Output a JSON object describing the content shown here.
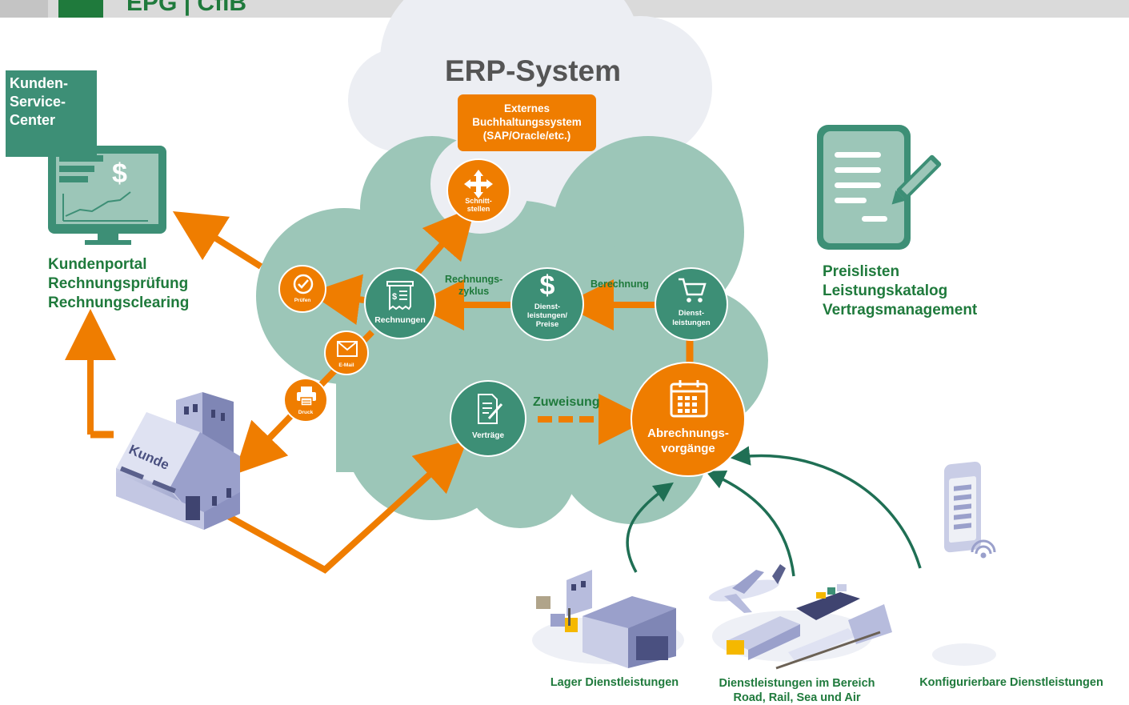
{
  "header": {
    "title": "EPG | CfiB"
  },
  "kunden_service_center": {
    "label_line1": "Kunden-",
    "label_line2": "Service-",
    "label_line3": "Center"
  },
  "portal": {
    "line1": "Kundenportal",
    "line2": "Rechnungsprüfung",
    "line3": "Rechnungsclearing"
  },
  "preis": {
    "line1": "Preislisten",
    "line2": "Leistungskatalog",
    "line3": "Vertragsmanagement"
  },
  "erp": {
    "title": "ERP-System",
    "ext_line1": "Externes",
    "ext_line2": "Buchhaltungssystem",
    "ext_line3": "(SAP/Oracle/etc.)"
  },
  "nodes": {
    "schnittstellen_line1": "Schnitt-",
    "schnittstellen_line2": "stellen",
    "pruefen": "Prüfen",
    "rechnungen": "Rechnungen",
    "email": "E-Mail",
    "druck": "Druck",
    "dienst_preise_line1": "Dienst-",
    "dienst_preise_line2": "leistungen/",
    "dienst_preise_line3": "Preise",
    "dienstleistungen_line1": "Dienst-",
    "dienstleistungen_line2": "leistungen",
    "vertraege": "Verträge",
    "abrechnung_line1": "Abrechnungs-",
    "abrechnung_line2": "vorgänge"
  },
  "flows": {
    "rechnungszyklus_line1": "Rechnungs-",
    "rechnungszyklus_line2": "zyklus",
    "berechnung": "Berechnung",
    "zuweisung": "Zuweisung"
  },
  "kunde": {
    "label": "Kunde"
  },
  "bottom": {
    "lager": "Lager Dienstleistungen",
    "transport_line1": "Dienstleistungen im Bereich",
    "transport_line2": "Road, Rail, Sea und Air",
    "konfig": "Konfigurierbare Dienstleistungen"
  },
  "colors": {
    "orange": "#ef7d00",
    "teal": "#3d8f76",
    "green_text": "#1f7a3c",
    "cloud_teal": "#9cc6b8",
    "cloud_light": "#eceef3"
  }
}
